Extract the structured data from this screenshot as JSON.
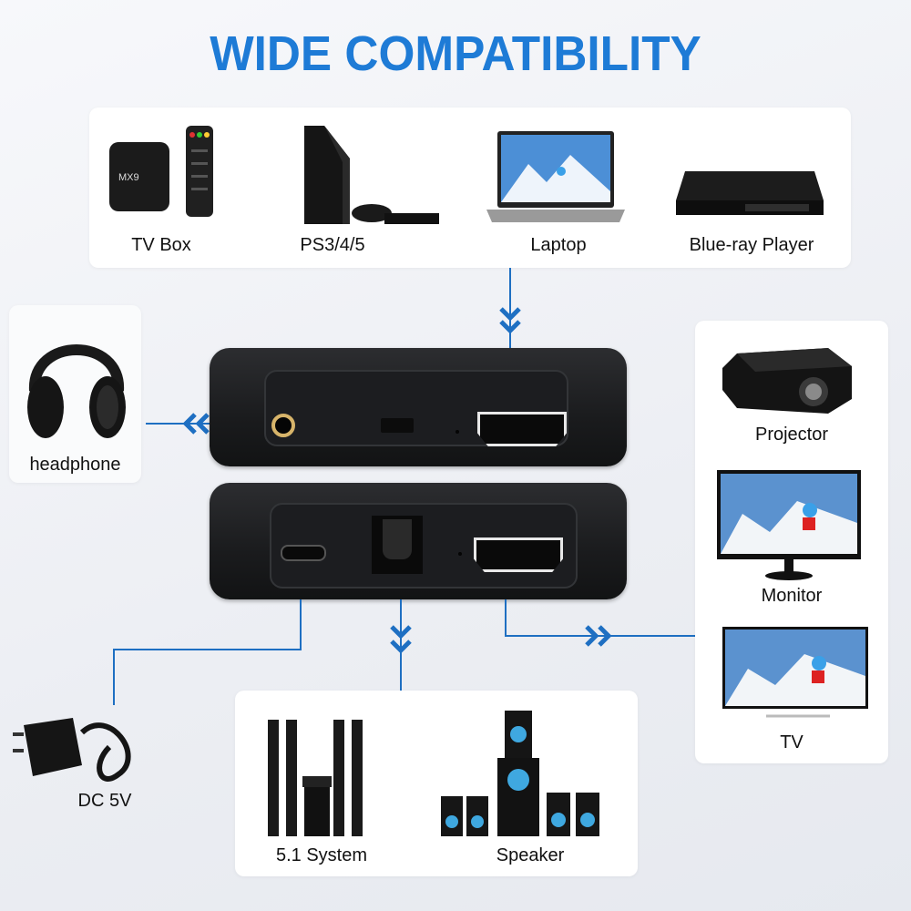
{
  "title": "WIDE COMPATIBILITY",
  "sources": [
    {
      "label": "TV Box",
      "icon": "tv-box-icon"
    },
    {
      "label": "PS3/4/5",
      "icon": "game-console-icon"
    },
    {
      "label": "Laptop",
      "icon": "laptop-icon"
    },
    {
      "label": "Blue-ray Player",
      "icon": "bluray-player-icon"
    }
  ],
  "left_outputs": {
    "headphone": {
      "label": "headphone",
      "icon": "headphone-icon"
    }
  },
  "right_outputs": [
    {
      "label": "Projector",
      "icon": "projector-icon"
    },
    {
      "label": "Monitor",
      "icon": "monitor-icon"
    },
    {
      "label": "TV",
      "icon": "tv-icon"
    }
  ],
  "bottom_outputs": [
    {
      "label": "5.1 System",
      "icon": "surround-system-icon"
    },
    {
      "label": "Speaker",
      "icon": "speaker-icon"
    }
  ],
  "power": {
    "label": "DC 5V",
    "icon": "power-adapter-icon"
  },
  "colors": {
    "accent": "#1e7bd6",
    "line": "#1e6fc2",
    "device": "#1c1d20"
  }
}
